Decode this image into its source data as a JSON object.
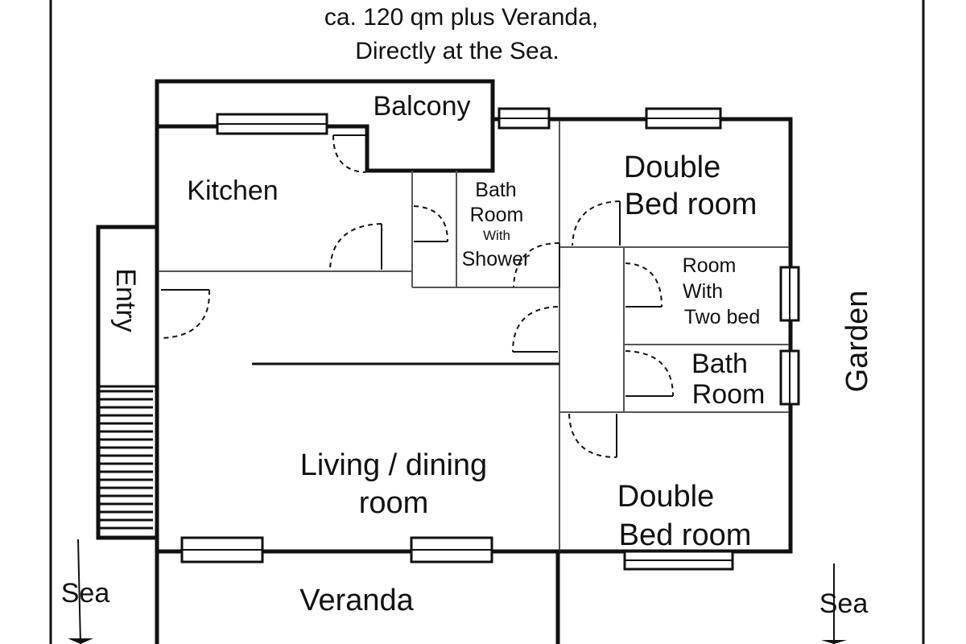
{
  "heading": {
    "line1": "ca. 120 qm plus Veranda,",
    "line2": "Directly at the Sea."
  },
  "rooms": {
    "balcony": "Balcony",
    "kitchen": "Kitchen",
    "entry": "Entry",
    "bath_shower": {
      "line1": "Bath",
      "line2": "Room",
      "line3": "With",
      "line4": "Shower"
    },
    "double_bed_top": {
      "line1": "Double",
      "line2": "Bed room"
    },
    "room_two_bed": {
      "line1": "Room",
      "line2": "With",
      "line3": "Two bed"
    },
    "bath_room_right": {
      "line1": "Bath",
      "line2": "Room"
    },
    "living": {
      "line1": "Living / dining",
      "line2": "room"
    },
    "double_bed_bottom": {
      "line1": "Double",
      "line2": "Bed room"
    },
    "veranda": "Veranda",
    "garden": "Garden",
    "sea_left": "Sea",
    "sea_right": "Sea"
  }
}
